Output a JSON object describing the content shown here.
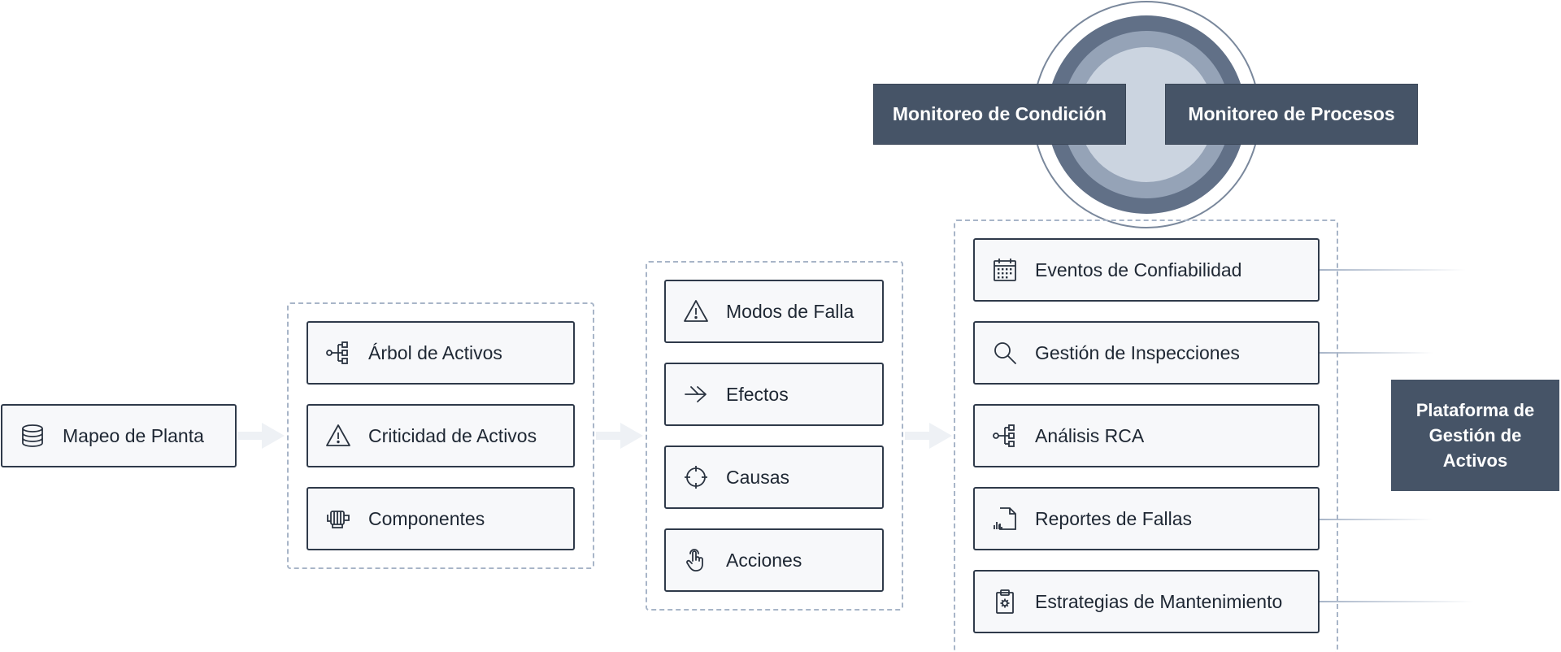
{
  "source": {
    "label": "Mapeo de Planta",
    "icon": "database-icon"
  },
  "group1": [
    {
      "label": "Árbol de Activos",
      "icon": "hierarchy-icon"
    },
    {
      "label": "Criticidad de Activos",
      "icon": "warning-icon"
    },
    {
      "label": "Componentes",
      "icon": "motor-icon"
    }
  ],
  "group2": [
    {
      "label": "Modos de Falla",
      "icon": "warning-icon"
    },
    {
      "label": "Efectos",
      "icon": "double-arrow-icon"
    },
    {
      "label": "Causas",
      "icon": "crosshair-icon"
    },
    {
      "label": "Acciones",
      "icon": "touch-hand-icon"
    }
  ],
  "group3": [
    {
      "label": "Eventos de Confiabilidad",
      "icon": "calendar-icon"
    },
    {
      "label": "Gestión de Inspecciones",
      "icon": "search-icon"
    },
    {
      "label": "Análisis RCA",
      "icon": "hierarchy-icon"
    },
    {
      "label": "Reportes de Fallas",
      "icon": "document-chart-icon"
    },
    {
      "label": "Estrategias de Mantenimiento",
      "icon": "clipboard-gear-icon"
    }
  ],
  "monitoring": {
    "condition": "Monitoreo de Condición",
    "process": "Monitoreo de Procesos"
  },
  "platform": {
    "line1": "Plataforma de",
    "line2": "Gestión de",
    "line3": "Activos"
  },
  "colors": {
    "dark": "#465467",
    "card_bg": "#f7f8fa",
    "card_border": "#2f3a4a",
    "dashed": "#a8b5c8"
  }
}
